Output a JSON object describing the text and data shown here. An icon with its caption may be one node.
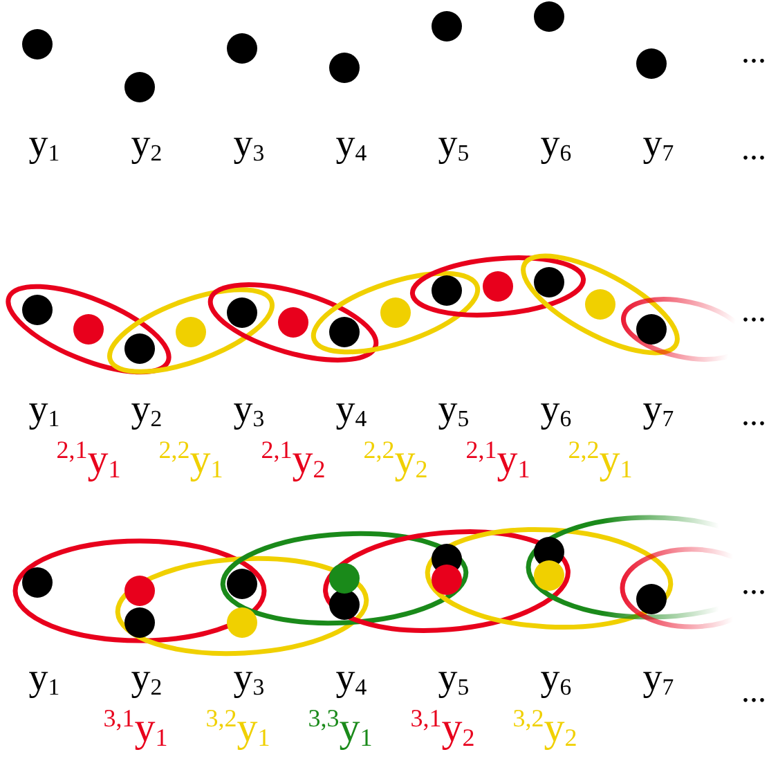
{
  "diagram": {
    "labels": [
      "...",
      "y$_{1}$",
      "y$_{2}$",
      "y$_{3}$",
      "y$_{4}$",
      "y$_{5}$",
      "y$_{6}$",
      "y$_{7}$",
      "...",
      "...",
      "y$_{1}$",
      "y$_{2}$",
      "y$_{3}$",
      "y$_{4}$",
      "y$_{5}$",
      "y$_{6}$",
      "y$_{7}$",
      "...",
      "$^{2,1}$y$_{1}$",
      "$^{2,2}$y$_{1}$",
      "$^{2,1}$y$_{2}$",
      "$^{2,2}$y$_{2}$",
      "$^{2,1}$y$_{1}$",
      "$^{2,2}$y$_{1}$",
      "...",
      "y$_{1}$",
      "y$_{2}$",
      "y$_{3}$",
      "y$_{4}$",
      "y$_{5}$",
      "y$_{6}$",
      "y$_{7}$",
      "...",
      "$^{3,1}$y$_{1}$",
      "$^{3,2}$y$_{1}$",
      "$^{3,3}$y$_{1}$",
      "$^{3,1}$y$_{2}$",
      "$^{3,2}$y$_{2}$"
    ]
  }
}
